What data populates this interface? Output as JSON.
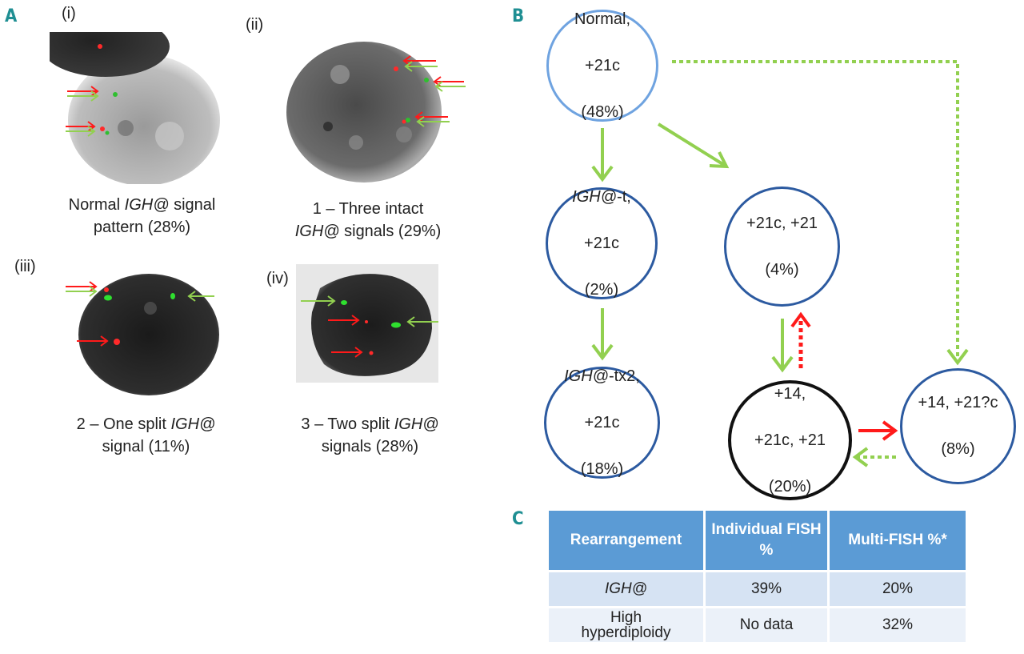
{
  "panels": {
    "a": "A",
    "b": "B",
    "c": "C"
  },
  "panel_a": {
    "sublabels": [
      "(i)",
      "(ii)",
      "(iii)",
      "(iv)"
    ],
    "captions": [
      {
        "pre": "Normal ",
        "gene": "IGH@",
        "post": " signal",
        "line2": "pattern (28%)"
      },
      {
        "pre": "1 – Three intact",
        "gene": "IGH@",
        "post": " signals (29%)"
      },
      {
        "pre": "2 – One split ",
        "gene": "IGH@",
        "line2": "signal (11%)"
      },
      {
        "pre": "3 – Two split ",
        "gene": "IGH@",
        "line2": "signals (28%)"
      }
    ]
  },
  "panel_b": {
    "nodes": {
      "normal": {
        "l1": "Normal,",
        "l2": "+21c",
        "l3": "(48%)"
      },
      "igh_t": {
        "gene": "IGH@",
        "suffix": "-t,",
        "l2": "+21c",
        "l3": "(2%)"
      },
      "plus21": {
        "l1": "+21c, +21",
        "l2": "(4%)"
      },
      "igh_tx2": {
        "gene": "IGH@",
        "suffix": "-tx2,",
        "l2": "+21c",
        "l3": "(18%)"
      },
      "plus14_21": {
        "l1": "+14,",
        "l2": "+21c, +21",
        "l3": "(20%)"
      },
      "plus14_q": {
        "l1": "+14, +21?c",
        "l2": "(8%)"
      }
    },
    "colors": {
      "green": "#92d050",
      "red": "#ff1a1a",
      "light_blue": "#6fa3e0",
      "dark_blue": "#2c5aa0"
    }
  },
  "panel_c": {
    "headers": [
      "Rearrangement",
      "Individual FISH %",
      "Multi-FISH %*"
    ],
    "rows": [
      {
        "label": "IGH@",
        "individual": "39%",
        "multi": "20%"
      },
      {
        "label": "High hyperdiploidy",
        "individual": "No data",
        "multi": "32%"
      }
    ]
  }
}
